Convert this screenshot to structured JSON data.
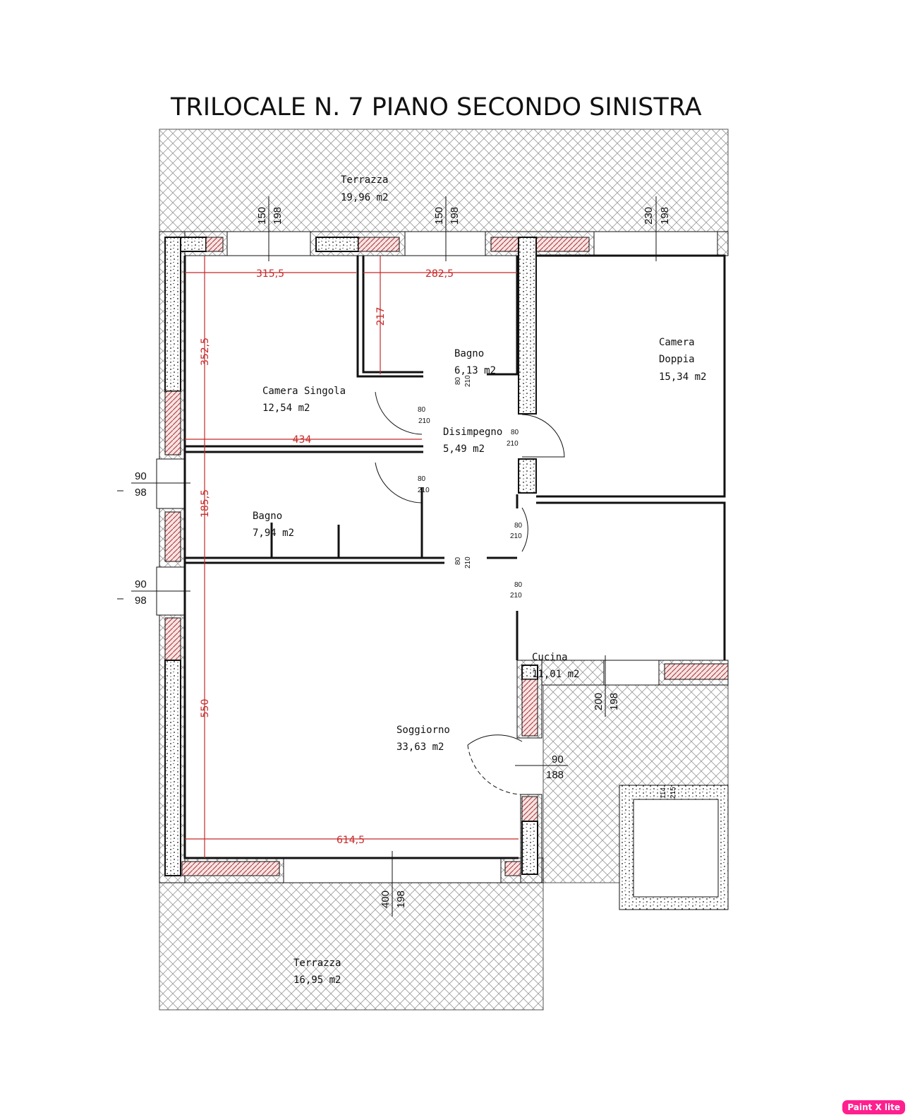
{
  "title": "TRILOCALE N. 7 PIANO SECONDO SINISTRA",
  "rooms": {
    "terrazza_top": {
      "name": "Terrazza",
      "area": "19,96 m2"
    },
    "camera_singola": {
      "name": "Camera Singola",
      "area": "12,54 m2"
    },
    "bagno1": {
      "name": "Bagno",
      "area": "6,13 m2"
    },
    "camera_doppia": {
      "name1": "Camera",
      "name2": "Doppia",
      "area": "15,34 m2"
    },
    "disimpegno": {
      "name": "Disimpegno",
      "area": "5,49 m2"
    },
    "bagno2": {
      "name": "Bagno",
      "area": "7,94 m2"
    },
    "cucina": {
      "name": "Cucina",
      "area": "11,01 m2"
    },
    "soggiorno": {
      "name": "Soggiorno",
      "area": "33,63 m2"
    },
    "terrazza_bottom": {
      "name": "Terrazza",
      "area": "16,95 m2"
    }
  },
  "dimensions": {
    "d315": "315,5",
    "d282": "282,5",
    "d217": "217",
    "d352": "352,5",
    "d434": "434",
    "d185": "185,5",
    "d550": "550",
    "d614": "614,5"
  },
  "openings": {
    "win1": [
      "150",
      "198"
    ],
    "win2": [
      "150",
      "198"
    ],
    "win3": [
      "230",
      "198"
    ],
    "win_left1": [
      "90",
      "98"
    ],
    "win_left2": [
      "90",
      "98"
    ],
    "win_cucina": [
      "200",
      "198"
    ],
    "win_bottom": [
      "400",
      "198"
    ],
    "entry": [
      "90",
      "188"
    ],
    "small": [
      "114",
      "215"
    ],
    "door": [
      "80",
      "210"
    ]
  },
  "badge": "Paint X lite"
}
